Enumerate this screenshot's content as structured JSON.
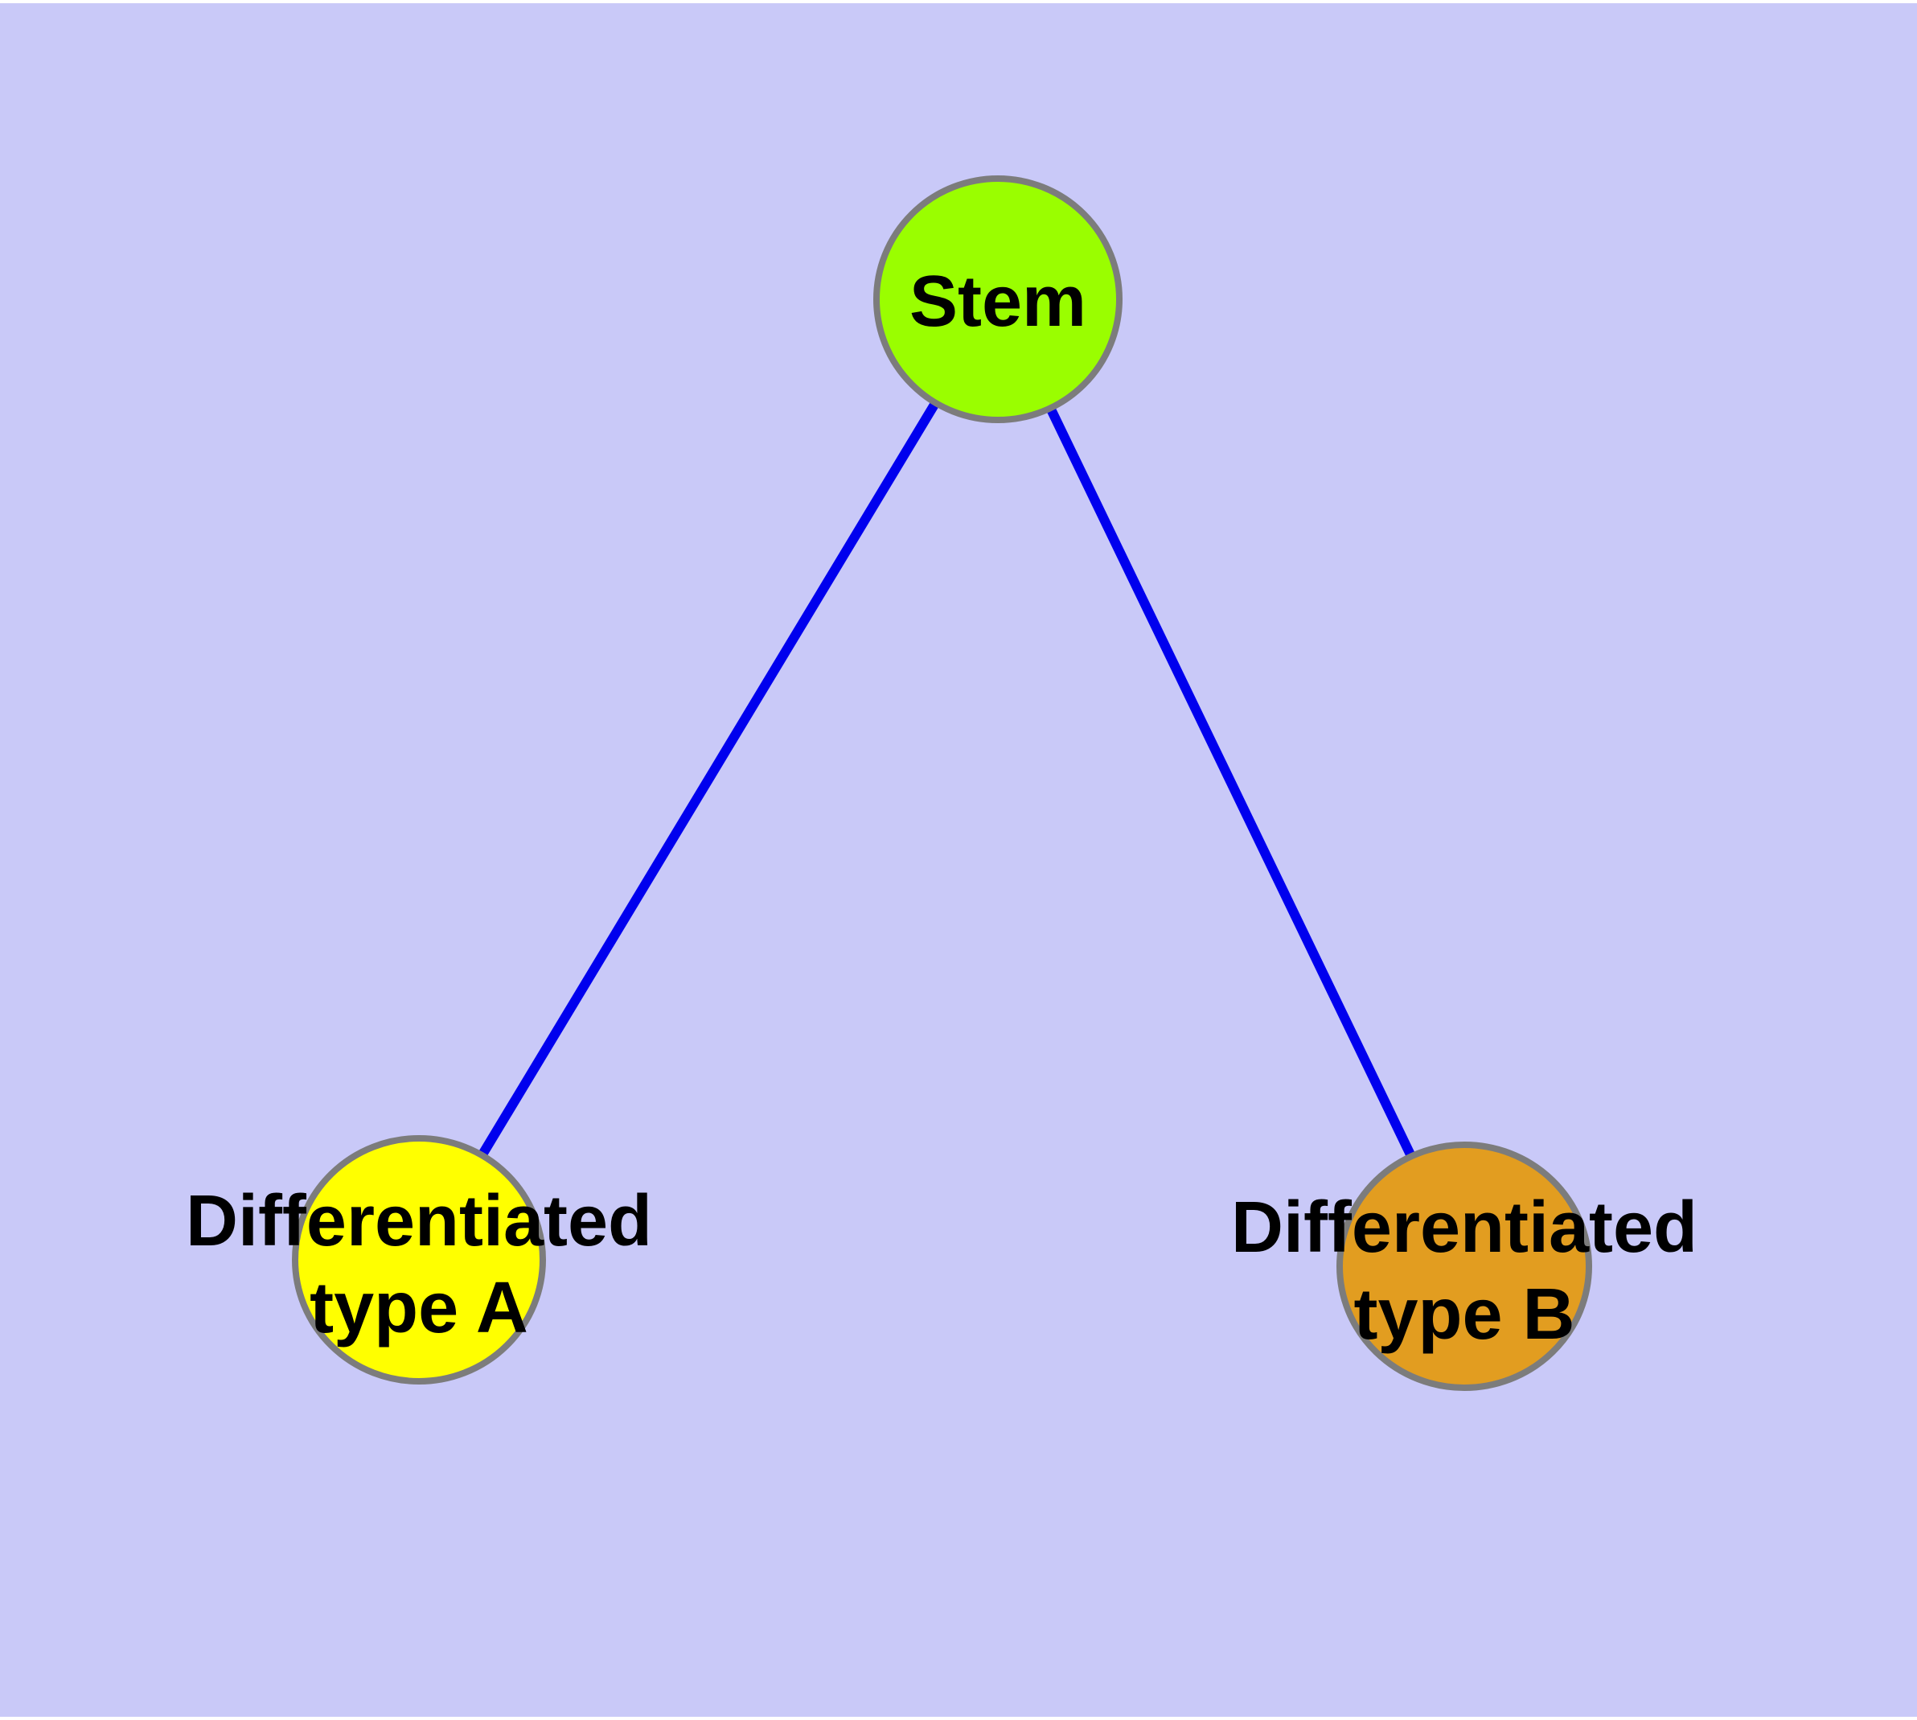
{
  "diagram": {
    "background_color": "#C9C9F8",
    "canvas_margin_color": "#FFFFFF",
    "edge_color": "#0000EE",
    "node_border_color": "#7C7C7C",
    "text_color": "#000000",
    "nodes": [
      {
        "id": "stem",
        "label": "Stem",
        "fill": "#9AFE00"
      },
      {
        "id": "differentiated-type-a",
        "label_lines": [
          "Differentiated",
          "type A"
        ],
        "fill": "#FFFF00"
      },
      {
        "id": "differentiated-type-b",
        "label_lines": [
          "Differentiated",
          "type B"
        ],
        "fill": "#E29D20"
      }
    ],
    "edges": [
      {
        "from": "stem",
        "to": "differentiated-type-a"
      },
      {
        "from": "stem",
        "to": "differentiated-type-b"
      }
    ]
  }
}
